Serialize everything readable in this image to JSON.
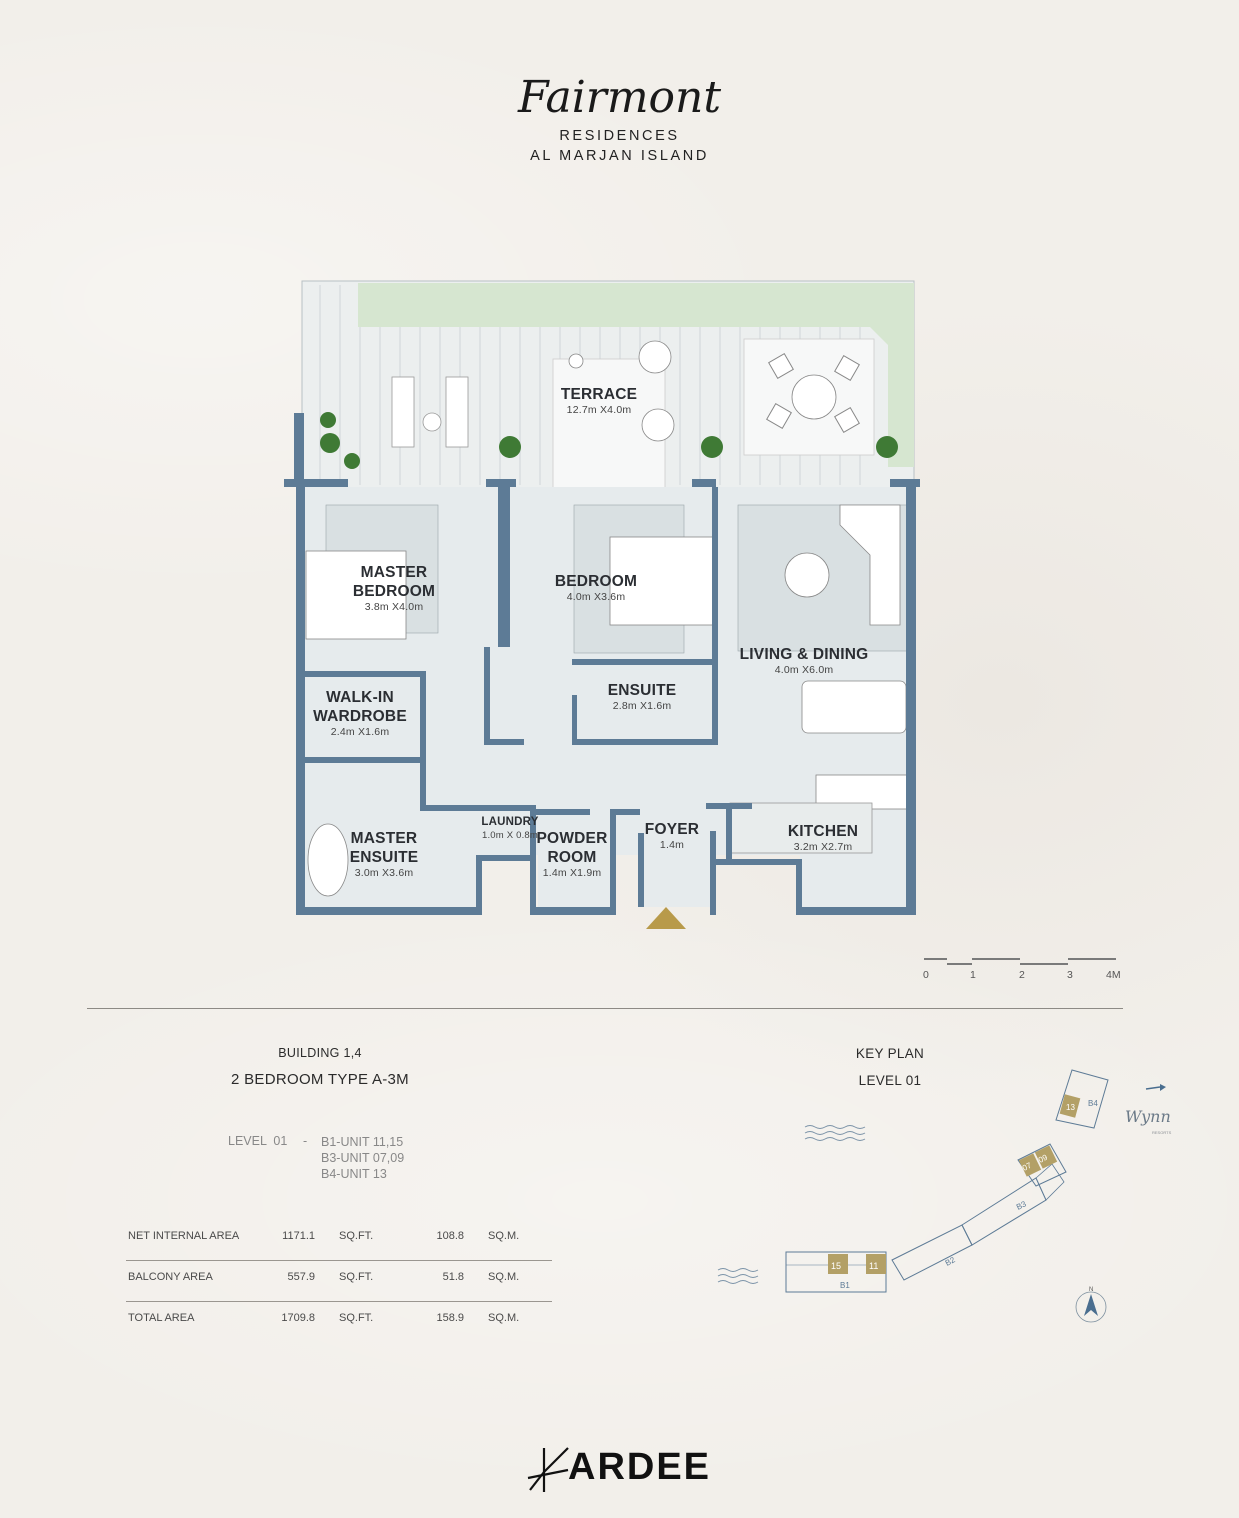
{
  "header": {
    "brand_script": "Fairmont",
    "brand_line1": "RESIDENCES",
    "brand_line2": "AL MARJAN ISLAND"
  },
  "floor_plan": {
    "entrance_marker_color": "#b89a4a",
    "wall_color": "#5d7b96",
    "floor_color": "#e6ebed",
    "planter_color": "#d7e5d0",
    "rooms": [
      {
        "id": "terrace",
        "name": "TERRACE",
        "dims": "12.7m X4.0m"
      },
      {
        "id": "master-bedroom",
        "name": "MASTER BEDROOM",
        "name_l1": "MASTER",
        "name_l2": "BEDROOM",
        "dims": "3.8m X4.0m"
      },
      {
        "id": "bedroom",
        "name": "BEDROOM",
        "dims": "4.0m X3.6m"
      },
      {
        "id": "living-dining",
        "name": "LIVING & DINING",
        "dims": "4.0m X6.0m"
      },
      {
        "id": "walk-in-wardrobe",
        "name": "WALK-IN WARDROBE",
        "name_l1": "WALK-IN",
        "name_l2": "WARDROBE",
        "dims": "2.4m X1.6m"
      },
      {
        "id": "ensuite",
        "name": "ENSUITE",
        "dims": "2.8m X1.6m"
      },
      {
        "id": "master-ensuite",
        "name": "MASTER ENSUITE",
        "name_l1": "MASTER",
        "name_l2": "ENSUITE",
        "dims": "3.0m X3.6m"
      },
      {
        "id": "laundry",
        "name": "LAUNDRY",
        "dims": "1.0m X 0.8m"
      },
      {
        "id": "powder-room",
        "name": "POWDER ROOM",
        "name_l1": "POWDER",
        "name_l2": "ROOM",
        "dims": "1.4m X1.9m"
      },
      {
        "id": "foyer",
        "name": "FOYER",
        "dims": "1.4m"
      },
      {
        "id": "kitchen",
        "name": "KITCHEN",
        "dims": "3.2m X2.7m"
      }
    ]
  },
  "scale_bar": {
    "ticks": [
      "0",
      "1",
      "2",
      "3",
      "4M"
    ]
  },
  "unit_info": {
    "building": "BUILDING 1,4",
    "type": "2 BEDROOM TYPE A-3M",
    "level_label": "LEVEL  01",
    "level_dash": "-",
    "units": [
      "B1-UNIT 11,15",
      "B3-UNIT 07,09",
      "B4-UNIT 13"
    ]
  },
  "area_table": {
    "rows": [
      {
        "label": "NET INTERNAL AREA",
        "sqft": "1171.1",
        "sqft_unit": "SQ.FT.",
        "sqm": "108.8",
        "sqm_unit": "SQ.M."
      },
      {
        "label": "BALCONY AREA",
        "sqft": "557.9",
        "sqft_unit": "SQ.FT.",
        "sqm": "51.8",
        "sqm_unit": "SQ.M."
      },
      {
        "label": "TOTAL AREA",
        "sqft": "1709.8",
        "sqft_unit": "SQ.FT.",
        "sqm": "158.9",
        "sqm_unit": "SQ.M."
      }
    ]
  },
  "key_plan": {
    "title": "KEY PLAN",
    "level": "LEVEL 01",
    "buildings": [
      "B1",
      "B2",
      "B3",
      "B4"
    ],
    "highlighted_units": [
      "15",
      "11",
      "07",
      "09",
      "13"
    ],
    "highlight_color": "#b3a066",
    "neighbor_label": "Wynn",
    "neighbor_sublabel": "RESORTS",
    "north_label": "N"
  },
  "footer": {
    "brand": "ARDEE"
  }
}
